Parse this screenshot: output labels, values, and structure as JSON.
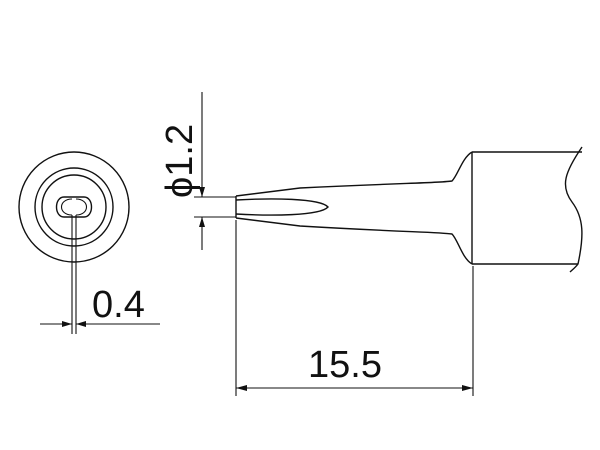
{
  "drawing": {
    "dimensions": {
      "diameter": "ϕ1.2",
      "thickness": "0.4",
      "length": "15.5"
    },
    "colors": {
      "stroke": "#111111",
      "background": "#ffffff"
    }
  }
}
